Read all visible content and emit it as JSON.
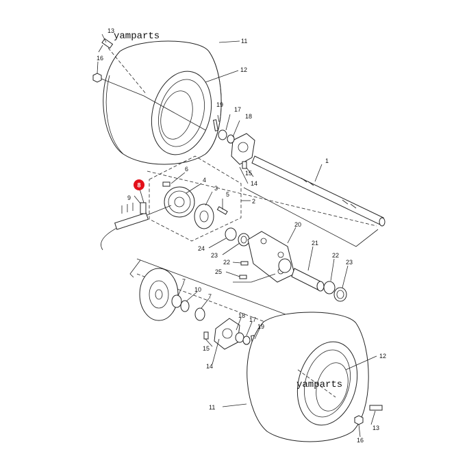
{
  "watermark": "yamparts",
  "highlight_color": "#e3101a",
  "callouts": {
    "c1": "1",
    "c2": "2",
    "c3": "3",
    "c4": "4",
    "c5": "5",
    "c6": "6",
    "c7a": "7",
    "c7b": "7",
    "c8": "8",
    "c9": "9",
    "c10": "10",
    "c11a": "11",
    "c11b": "11",
    "c12a": "12",
    "c12b": "12",
    "c13a": "13",
    "c13b": "13",
    "c14a": "14",
    "c14b": "14",
    "c15a": "15",
    "c15b": "15",
    "c16a": "16",
    "c16b": "16",
    "c17a": "17",
    "c17b": "17",
    "c18a": "18",
    "c18b": "18",
    "c19a": "19",
    "c19b": "19",
    "c20": "20",
    "c21": "21",
    "c22a": "22",
    "c22b": "22",
    "c23a": "23",
    "c23b": "23",
    "c24": "24",
    "c25": "25"
  }
}
